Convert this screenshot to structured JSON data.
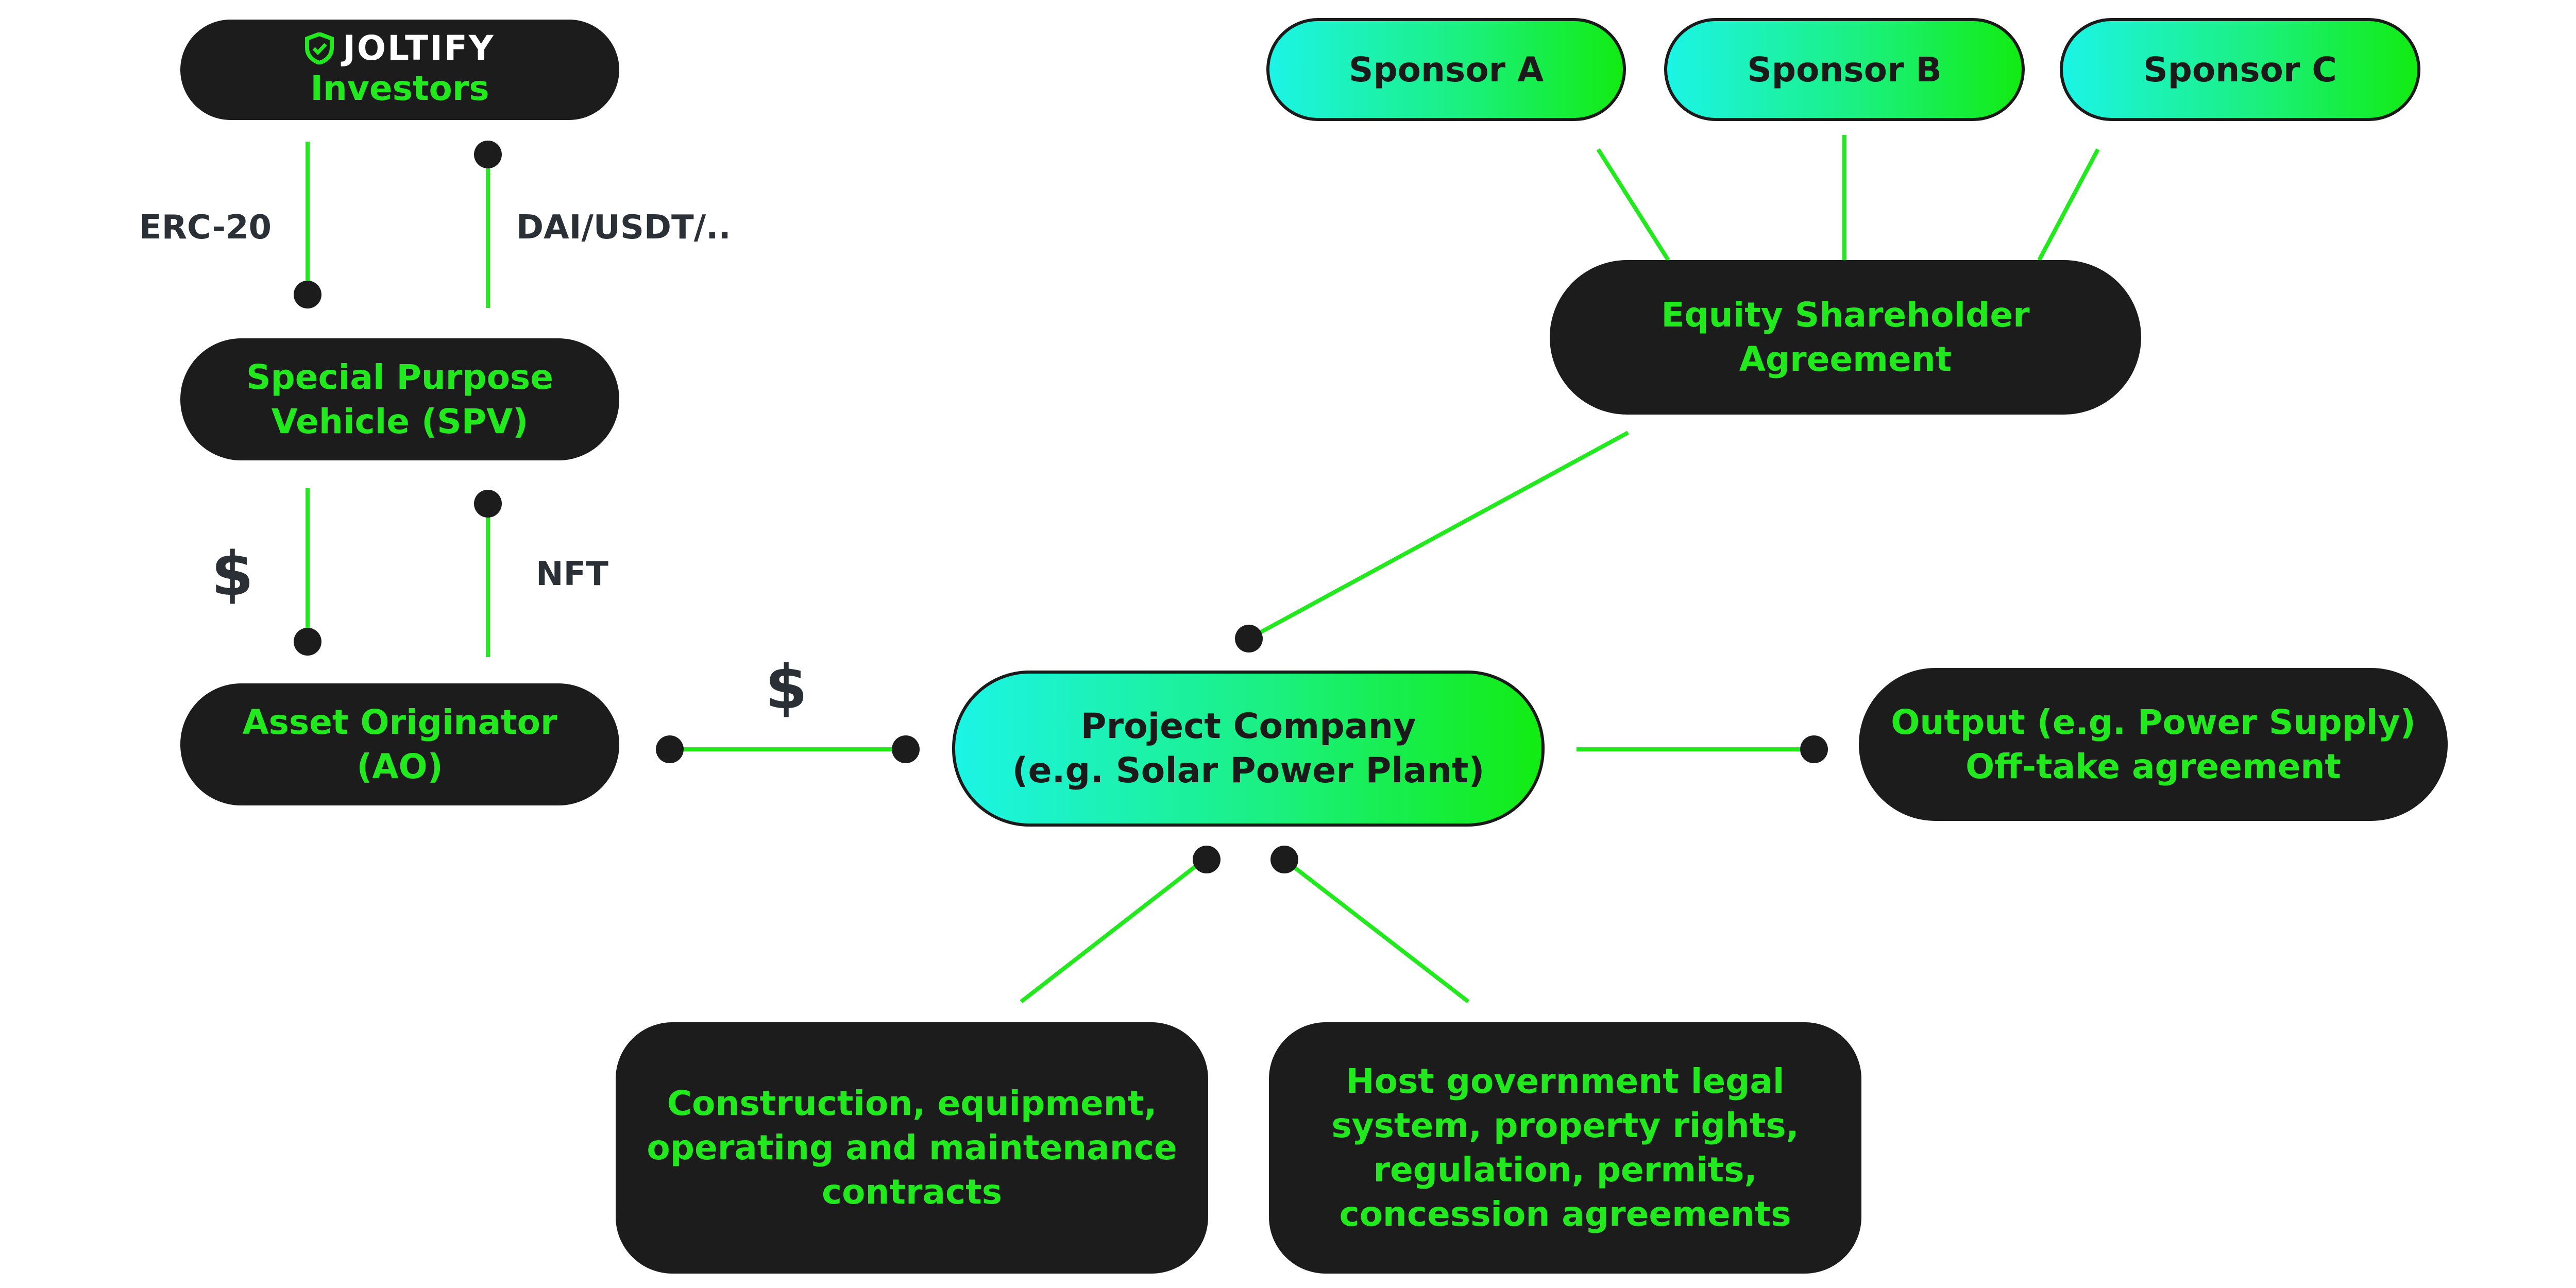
{
  "colors": {
    "green": "#22e81e",
    "dark": "#1c1c1c",
    "label": "#2b2f36",
    "gradient_start": "#1cf4e6",
    "gradient_end": "#12ec12"
  },
  "investors": {
    "brand": "JOLTIFY",
    "title": "Investors",
    "icon": "shield-check-icon"
  },
  "spv": {
    "line1": "Special Purpose",
    "line2": "Vehicle (SPV)"
  },
  "ao": {
    "line1": "Asset Originator",
    "line2": "(AO)"
  },
  "project": {
    "line1": "Project Company",
    "line2": "(e.g. Solar Power Plant)"
  },
  "output": {
    "line1": "Output (e.g. Power Supply)",
    "line2": "Off-take agreement"
  },
  "equity": {
    "line1": "Equity Shareholder",
    "line2": "Agreement"
  },
  "sponsors": [
    "Sponsor A",
    "Sponsor B",
    "Sponsor C"
  ],
  "construction": {
    "line1": "Construction, equipment,",
    "line2": "operating and maintenance",
    "line3": "contracts"
  },
  "government": {
    "line1": "Host government legal",
    "line2": "system, property rights,",
    "line3": "regulation, permits,",
    "line4": "concession agreements"
  },
  "labels": {
    "erc20": "ERC-20",
    "dai": "DAI/USDT/..",
    "dollar_ao": "$",
    "nft": "NFT",
    "dollar_project": "$"
  }
}
